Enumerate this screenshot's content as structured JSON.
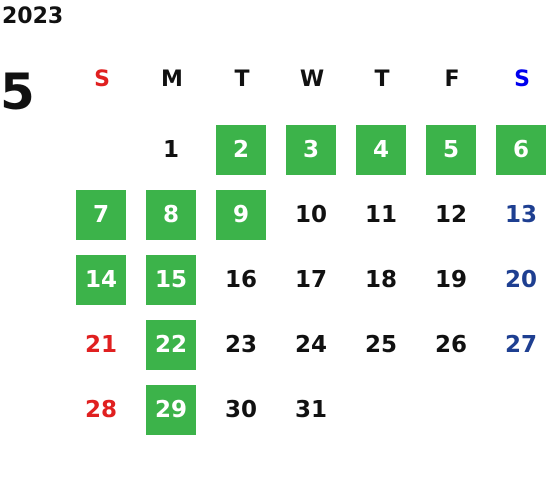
{
  "calendar": {
    "year": "2023",
    "month": "5",
    "weekdays": [
      "S",
      "M",
      "T",
      "W",
      "T",
      "F",
      "S"
    ],
    "weeks": [
      [
        null,
        "1",
        "2",
        "3",
        "4",
        "5",
        "6"
      ],
      [
        "7",
        "8",
        "9",
        "10",
        "11",
        "12",
        "13"
      ],
      [
        "14",
        "15",
        "16",
        "17",
        "18",
        "19",
        "20"
      ],
      [
        "21",
        "22",
        "23",
        "24",
        "25",
        "26",
        "27"
      ],
      [
        "28",
        "29",
        "30",
        "31",
        null,
        null,
        null
      ]
    ],
    "highlighted_days": [
      "2",
      "3",
      "4",
      "5",
      "6",
      "7",
      "8",
      "9",
      "14",
      "15",
      "22",
      "29"
    ]
  },
  "colors": {
    "sunday": "#e02020",
    "saturday_header": "#0000ee",
    "saturday_day": "#1e3f91",
    "highlight_bg": "#3cb34a",
    "highlight_text": "#ffffff",
    "default_text": "#111111"
  }
}
